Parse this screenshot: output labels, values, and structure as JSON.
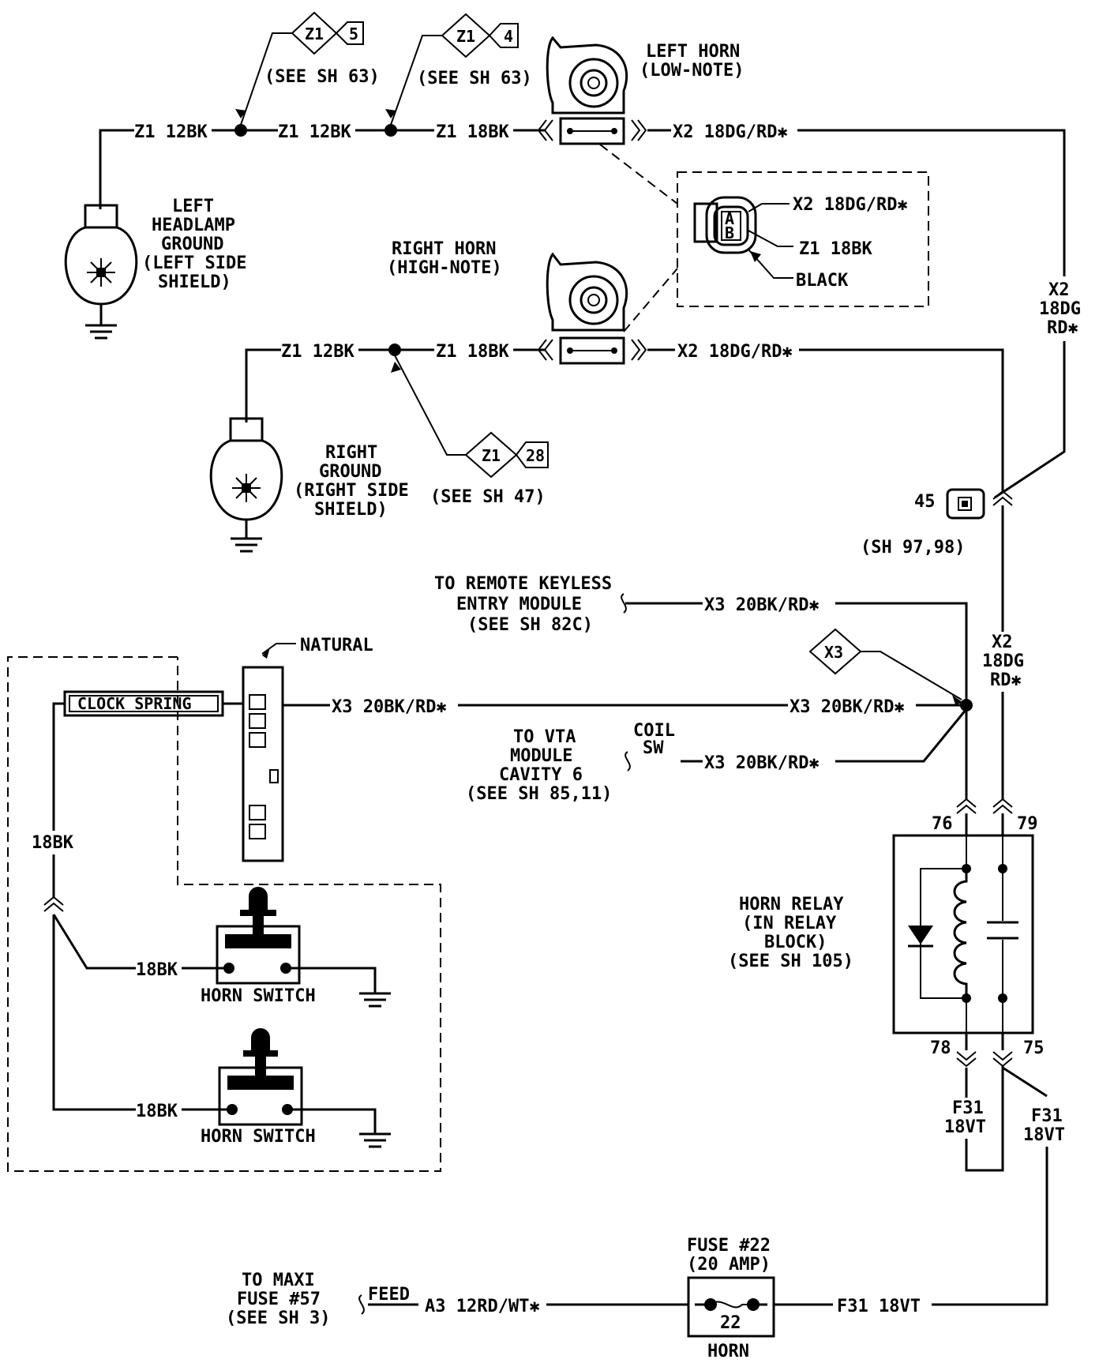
{
  "labels": {
    "z1_12bk": "Z1 12BK",
    "z1_18bk": "Z1 18BK",
    "x2_18dgrd": "X2 18DG/RD✱",
    "x3_20bkrd": "X3 20BK/RD✱",
    "f31_18vt": "F31 18VT",
    "a3_12rdwt": "A3 12RD/WT✱",
    "w18bk": "18BK",
    "x2": "X2",
    "dg18": "18DG",
    "rd": "RD✱",
    "f31": "F31",
    "vt18": "18VT",
    "z1": "Z1",
    "x3": "X3"
  },
  "refs": {
    "z1_5": "5",
    "z1_4": "4",
    "z1_28": "28",
    "see63": "(SEE SH 63)",
    "see47": "(SEE SH 47)",
    "sh9798": "(SH 97,98)",
    "splice45": "45"
  },
  "components": {
    "left_horn": [
      "LEFT HORN",
      "(LOW-NOTE)"
    ],
    "right_horn": [
      "RIGHT HORN",
      "(HIGH-NOTE)"
    ],
    "left_ground": [
      "LEFT",
      "HEADLAMP",
      "GROUND",
      "(LEFT SIDE",
      "SHIELD)"
    ],
    "right_ground": [
      "RIGHT",
      "GROUND",
      "(RIGHT SIDE",
      "SHIELD)"
    ],
    "connector_black": "BLACK",
    "connector_x2": "X2 18DG/RD✱",
    "connector_z1": "Z1 18BK",
    "natural": "NATURAL",
    "clock_spring": "CLOCK SPRING",
    "horn_switch": "HORN SWITCH",
    "rke": [
      "TO REMOTE KEYLESS",
      "ENTRY MODULE",
      "(SEE SH 82C)"
    ],
    "vta": [
      "TO VTA",
      "MODULE",
      "CAVITY 6",
      "(SEE SH 85,11)"
    ],
    "coil_sw": [
      "COIL",
      "SW"
    ],
    "horn_relay": [
      "HORN RELAY",
      "(IN RELAY",
      "BLOCK)",
      "(SEE SH 105)"
    ],
    "relay_pins": [
      "76",
      "79",
      "78",
      "75"
    ],
    "fuse": [
      "FUSE #22",
      "(20 AMP)"
    ],
    "fuse_num": "22",
    "fuse_name": "HORN",
    "maxi": [
      "TO MAXI",
      "FUSE #57",
      "(SEE SH 3)"
    ],
    "feed": "FEED"
  }
}
